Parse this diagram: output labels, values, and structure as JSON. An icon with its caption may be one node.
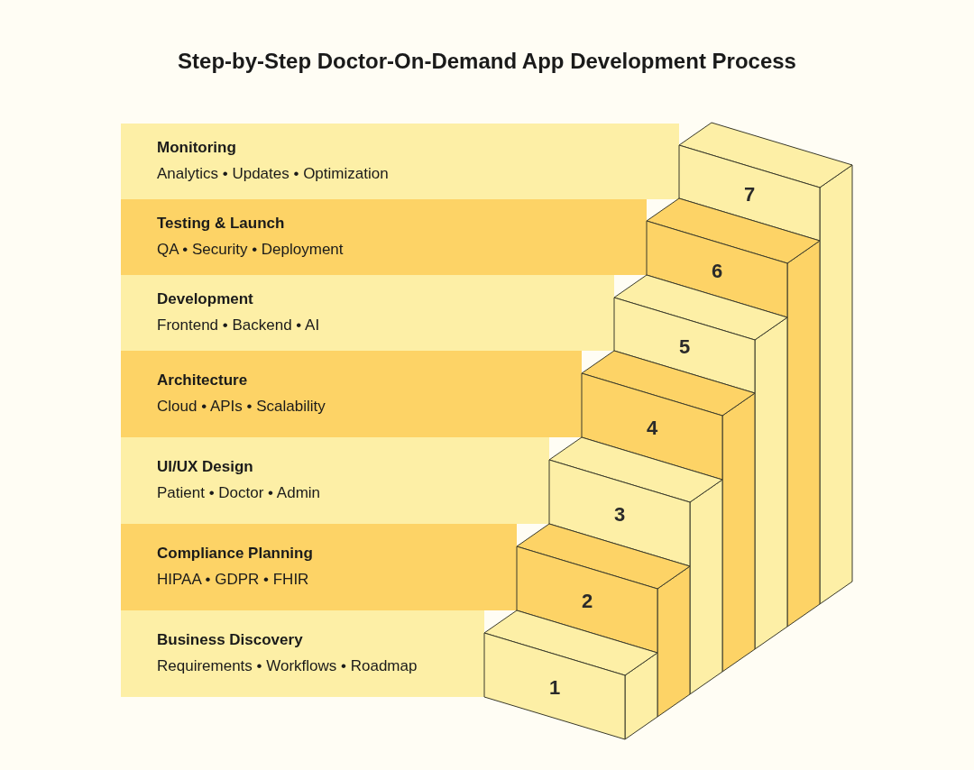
{
  "diagram": {
    "title": "Step-by-Step Doctor-On-Demand App Development Process",
    "nodes": [
      {
        "text": [
          "Monitoring",
          "Analytics • Updates • Optimization"
        ]
      },
      {
        "text": [
          "Testing & Launch",
          "QA • Security • Deployment"
        ]
      },
      {
        "text": [
          "Development",
          "Frontend • Backend • AI"
        ]
      },
      {
        "text": [
          "Architecture",
          "Cloud • APIs • Scalability"
        ]
      },
      {
        "text": [
          "UI/UX Design",
          "Patient • Doctor • Admin"
        ]
      },
      {
        "text": [
          "Compliance Planning",
          "HIPAA • GDPR • FHIR"
        ]
      },
      {
        "text": [
          "Business Discovery",
          "Requirements • Workflows • Roadmap"
        ]
      },
      {
        "text": [
          "7"
        ]
      },
      {
        "text": [
          "6"
        ]
      },
      {
        "text": [
          "5"
        ]
      },
      {
        "text": [
          "4"
        ]
      },
      {
        "text": [
          "3"
        ]
      },
      {
        "text": [
          "2"
        ]
      },
      {
        "text": [
          "1"
        ]
      }
    ]
  }
}
